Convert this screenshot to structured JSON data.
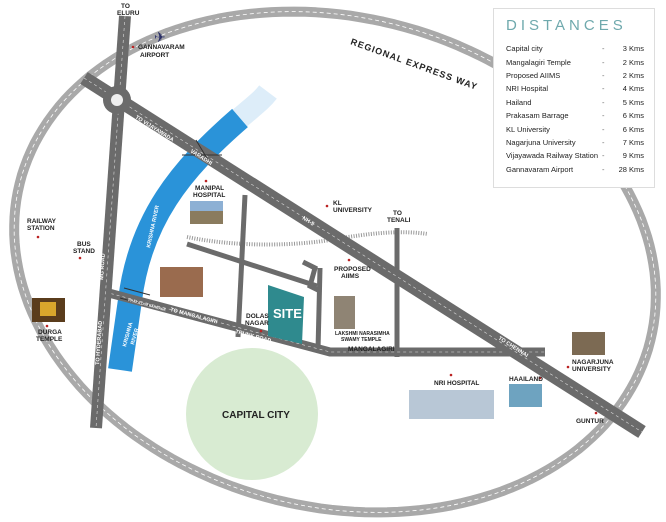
{
  "distances": {
    "title": "DISTANCES",
    "items": [
      {
        "place": "Capital city",
        "sep": "-",
        "distance": "3 Kms"
      },
      {
        "place": "Mangalagiri Temple",
        "sep": "-",
        "distance": "2 Kms"
      },
      {
        "place": "Proposed AIIMS",
        "sep": "-",
        "distance": "2 Kms"
      },
      {
        "place": "NRI Hospital",
        "sep": "-",
        "distance": "4 Kms"
      },
      {
        "place": "Hailand",
        "sep": "-",
        "distance": "5 Kms"
      },
      {
        "place": "Prakasam Barrage",
        "sep": "-",
        "distance": "6 Kms"
      },
      {
        "place": "KL University",
        "sep": "-",
        "distance": "6 Kms"
      },
      {
        "place": "Nagarjuna University",
        "sep": "-",
        "distance": "7 Kms"
      },
      {
        "place": "Vijayawada Railway Station",
        "sep": "-",
        "distance": "9 Kms"
      },
      {
        "place": "Gannavaram Airport",
        "sep": "-",
        "distance": "28 Kms"
      }
    ]
  },
  "roads": {
    "ring": "REGIONAL EXPRESS WAY",
    "to_eluru_1": "TO",
    "to_eluru_2": "ELURU",
    "to_vijayawada": "TO VIJAYAWADA",
    "varadhi": "VARADHI",
    "nh5": "NH-5",
    "mg_road": "MG ROAD",
    "to_hyderabad": "TO HYDERABAD",
    "to_mangalagiri": "TO MANGALAGIRI",
    "trunk_road": "TRUNK ROAD",
    "to_chennai": "TO CHENNAI",
    "to_tenali_1": "TO",
    "to_tenali_2": "TENALI",
    "prakasam_barrage": "PRAKASAM BARRAGE"
  },
  "rivers": {
    "upper": "KRISHNA RIVER",
    "lower_1": "KRISHNA",
    "lower_2": "RIVER"
  },
  "places": {
    "airport_1": "GANNAVARAM",
    "airport_2": "AIRPORT",
    "manipal_1": "MANIPAL",
    "manipal_2": "HOSPITAL",
    "railway_1": "RAILWAY",
    "railway_2": "STATION",
    "bus_1": "BUS",
    "bus_2": "STAND",
    "durga_1": "DURGA",
    "durga_2": "TEMPLE",
    "kl_1": "KL",
    "kl_2": "UNIVERSITY",
    "aiims_1": "PROPOSED",
    "aiims_2": "AIIMS",
    "dolas_1": "DOLAS",
    "dolas_2": "NAGAR",
    "site": "SITE",
    "temple_1": "LAKSHMI NARASIMHA",
    "temple_2": "SWAMY TEMPLE",
    "mangalagiri": "MANGALAGIRI",
    "capital": "CAPITAL CITY",
    "nri": "NRI HOSPITAL",
    "haailand": "HAAILAND",
    "nagarjuna_1": "NAGARJUNA",
    "nagarjuna_2": "UNIVERSITY",
    "guntur": "GUNTUR"
  },
  "colors": {
    "road": "#6b6b6b",
    "ring": "#a9a9a9",
    "river": "#2a93d9",
    "site": "#2f8a8e",
    "capital": "#d8ebd2",
    "heading": "#6fa9ad"
  }
}
